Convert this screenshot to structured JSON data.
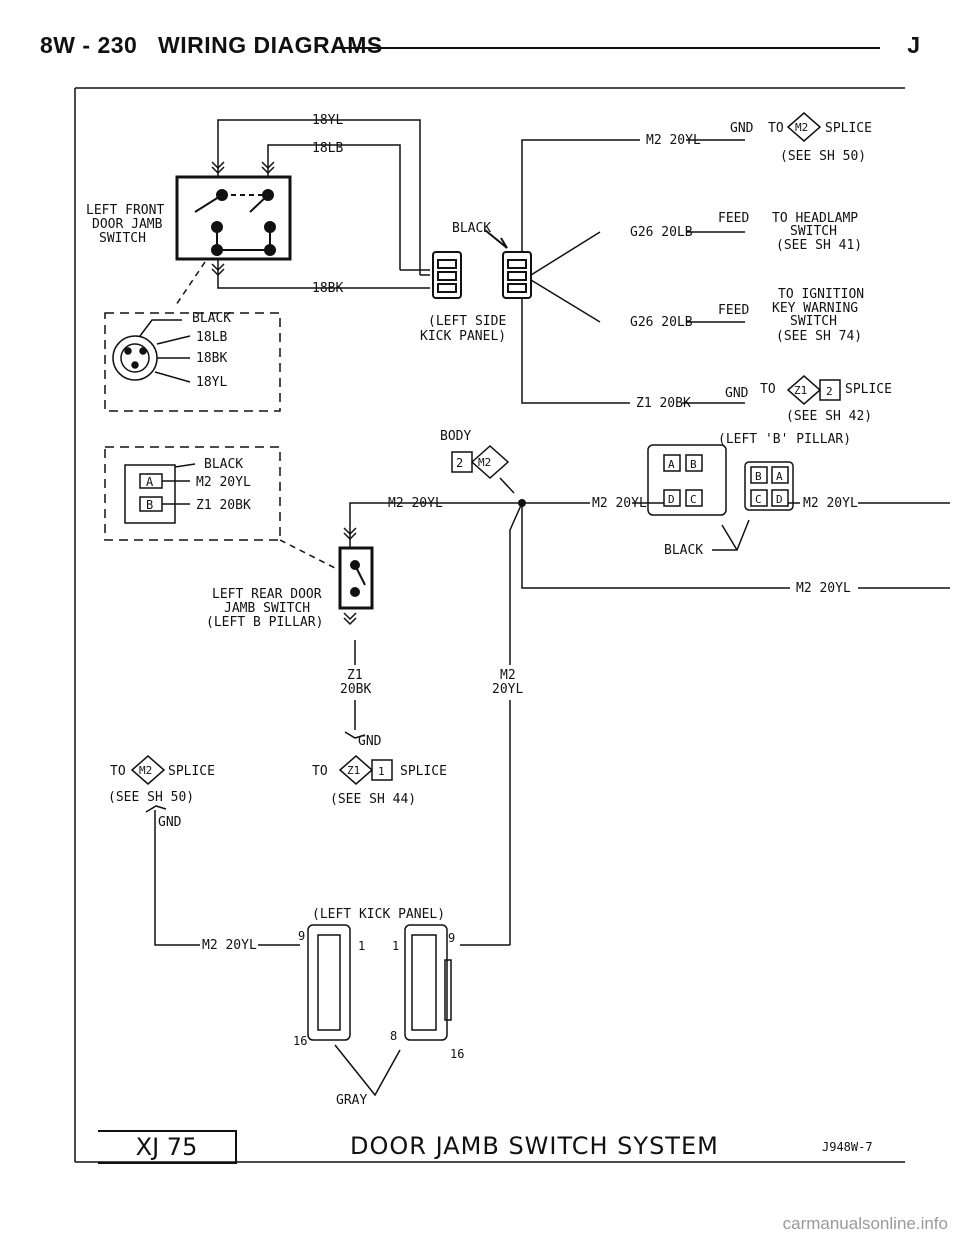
{
  "header": {
    "page_ref": "8W - 230",
    "section": "WIRING DIAGRAMS",
    "edition": "J"
  },
  "left_front_switch": {
    "title": [
      "LEFT FRONT",
      "DOOR JAMB",
      "SWITCH"
    ],
    "wire_top_1": "18YL",
    "wire_top_2": "18LB",
    "wire_bottom": "18BK"
  },
  "front_connector_view": {
    "color": "BLACK",
    "pins": [
      "18LB",
      "18BK",
      "18YL"
    ]
  },
  "kick_panel_connector": {
    "color": "BLACK",
    "location": [
      "(LEFT SIDE",
      "KICK PANEL)"
    ]
  },
  "right_circuits": [
    {
      "wire": "M2 20YL",
      "type": "GND",
      "dest": [
        "TO",
        "SPLICE",
        "(SEE SH 50)"
      ],
      "splice": "M2"
    },
    {
      "wire": "G26 20LB",
      "type": "FEED",
      "dest": [
        "TO HEADLAMP",
        "SWITCH",
        "(SEE SH 41)"
      ]
    },
    {
      "wire": "G26 20LB",
      "type": "FEED",
      "dest": [
        "TO IGNITION",
        "KEY WARNING",
        "SWITCH",
        "(SEE SH 74)"
      ]
    },
    {
      "wire": "Z1 20BK",
      "type": "GND",
      "dest": [
        "TO",
        "SPLICE",
        "(SEE SH 42)"
      ],
      "splice": "Z1",
      "splice_num": "2"
    }
  ],
  "rear_connector_view": {
    "color": "BLACK",
    "pin_a": "A",
    "pin_b": "B",
    "wire_a": "M2 20YL",
    "wire_b": "Z1 20BK"
  },
  "body_splice": {
    "label": "BODY",
    "id": "M2",
    "num": "2"
  },
  "mid_wires": {
    "left": "M2 20YL",
    "right": "M2 20YL"
  },
  "b_pillar_connector": {
    "location": "(LEFT 'B' PILLAR)",
    "color": "BLACK",
    "pins_left": [
      "A",
      "B",
      "D",
      "C"
    ],
    "pins_right": [
      "B",
      "A",
      "C",
      "D"
    ],
    "wire_out_1": "M2 20YL",
    "wire_out_2": "M2 20YL"
  },
  "rear_switch": {
    "title": [
      "LEFT REAR DOOR",
      "JAMB SWITCH",
      "(LEFT B PILLAR)"
    ],
    "wire_z1": [
      "Z1",
      "20BK"
    ],
    "wire_m2": [
      "M2",
      "20YL"
    ]
  },
  "bottom_refs": {
    "left": {
      "to": "TO",
      "splice": "M2",
      "text": "SPLICE",
      "see": "(SEE SH 50)",
      "gnd": "GND"
    },
    "center": {
      "gnd": "GND",
      "to": "TO",
      "splice": "Z1",
      "num": "1",
      "text": "SPLICE",
      "see": "(SEE SH 44)"
    }
  },
  "bottom_connector": {
    "location": "(LEFT KICK PANEL)",
    "wire": "M2 20YL",
    "color": "GRAY",
    "pins": {
      "left_top": "9",
      "left_bottom": "16",
      "mid_1": "1",
      "mid_8": "8",
      "right_1": "1",
      "right_9": "9",
      "right_16": "16"
    }
  },
  "footer": {
    "model": "XJ 75",
    "title": "DOOR JAMB SWITCH SYSTEM",
    "code": "J948W-7"
  },
  "watermark": "carmanualsonline.info"
}
